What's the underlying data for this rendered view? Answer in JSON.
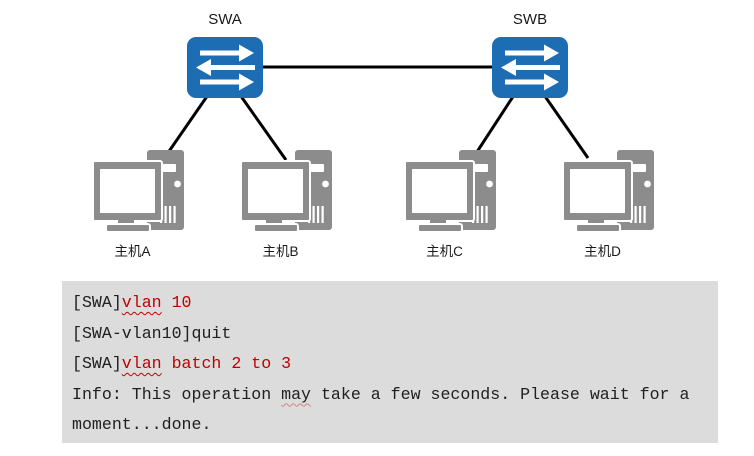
{
  "diagram": {
    "switches": [
      {
        "id": "swa",
        "label": "SWA"
      },
      {
        "id": "swb",
        "label": "SWB"
      }
    ],
    "hosts": [
      {
        "id": "host-a",
        "label": "主机A"
      },
      {
        "id": "host-b",
        "label": "主机B"
      },
      {
        "id": "host-c",
        "label": "主机C"
      },
      {
        "id": "host-d",
        "label": "主机D"
      }
    ],
    "links": [
      {
        "from": "SWA",
        "to": "SWB"
      },
      {
        "from": "SWA",
        "to": "主机A"
      },
      {
        "from": "SWA",
        "to": "主机B"
      },
      {
        "from": "SWB",
        "to": "主机C"
      },
      {
        "from": "SWB",
        "to": "主机D"
      }
    ]
  },
  "console": {
    "lines": [
      {
        "segments": [
          {
            "t": "[SWA]",
            "c": "black"
          },
          {
            "t": "vlan",
            "c": "red",
            "mark": "squiggle"
          },
          {
            "t": " 10",
            "c": "red"
          }
        ]
      },
      {
        "segments": [
          {
            "t": "[SWA-vlan10]quit",
            "c": "black"
          }
        ]
      },
      {
        "segments": [
          {
            "t": "[SWA]",
            "c": "black"
          },
          {
            "t": "vlan",
            "c": "red",
            "mark": "squiggle"
          },
          {
            "t": " batch 2 to 3",
            "c": "red"
          }
        ]
      },
      {
        "segments": [
          {
            "t": "Info: This operation ",
            "c": "black"
          },
          {
            "t": "may",
            "c": "black",
            "mark": "squiggle-faint"
          },
          {
            "t": " take a few seconds. Please wait for a",
            "c": "black"
          }
        ]
      },
      {
        "segments": [
          {
            "t": "moment...done.",
            "c": "black"
          }
        ]
      }
    ]
  },
  "colors": {
    "switch_blue": "#1C6DB4",
    "host_gray": "#8C8C8C",
    "console_bg": "#DCDCDC",
    "command_red": "#C00000",
    "console_text": "#202020",
    "link_black": "#000000"
  }
}
